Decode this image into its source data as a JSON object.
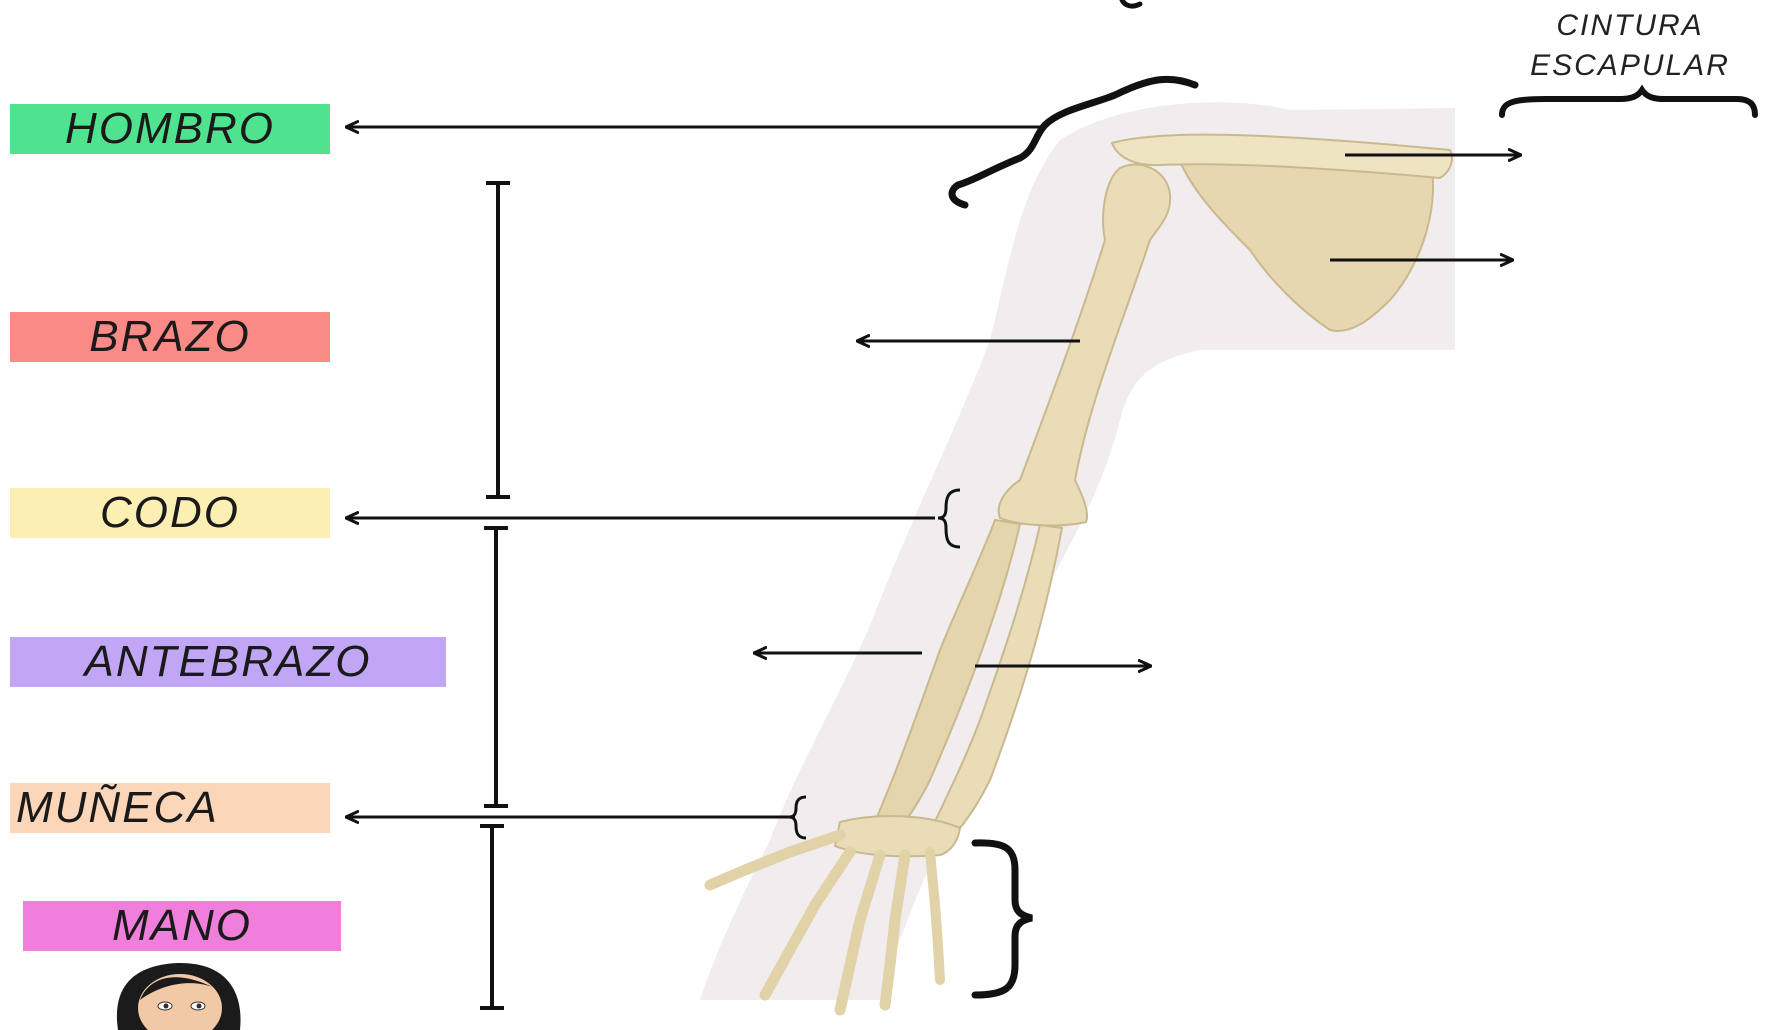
{
  "labels": {
    "hombro": "HOMBRO",
    "brazo": "BRAZO",
    "codo": "CODO",
    "antebrazo": "ANTEBRAZO",
    "muneca": "MUÑECA",
    "mano": "MANO"
  },
  "girdle": {
    "line1": "CINTURA",
    "line2": "ESCAPULAR"
  },
  "colors": {
    "hombro": "#4fe38f",
    "brazo": "#f98a86",
    "codo": "#fcefb4",
    "antebrazo": "#c2a6f6",
    "muneca": "#fbd6b8",
    "mano": "#ef7fdb",
    "bone": "#e9dcb6",
    "bone_shadow": "#c9b98e",
    "ink": "#111111"
  }
}
